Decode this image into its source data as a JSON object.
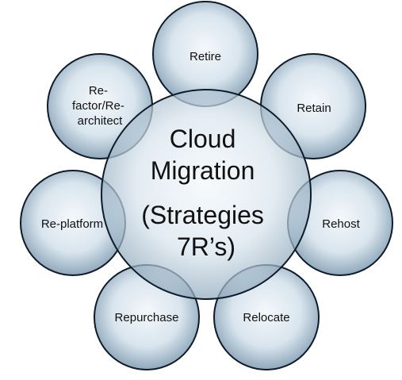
{
  "center": {
    "lines": [
      "Cloud",
      "Migration",
      "(Strategies",
      "7R’s)"
    ]
  },
  "strategies": {
    "retire": {
      "lines": [
        "Retire"
      ]
    },
    "retain": {
      "lines": [
        "Retain"
      ]
    },
    "rehost": {
      "lines": [
        "Rehost"
      ]
    },
    "relocate": {
      "lines": [
        "Relocate"
      ]
    },
    "repurchase": {
      "lines": [
        "Repurchase"
      ]
    },
    "replatform": {
      "lines": [
        "Re-platform"
      ]
    },
    "refactor": {
      "lines": [
        "Re-",
        "factor/Re-",
        "architect"
      ]
    }
  },
  "colors": {
    "fill_light": "#f4f8fb",
    "fill_mid": "#d2e0ea",
    "fill_dark": "#93abbd",
    "stroke": "#0e1b2a"
  }
}
